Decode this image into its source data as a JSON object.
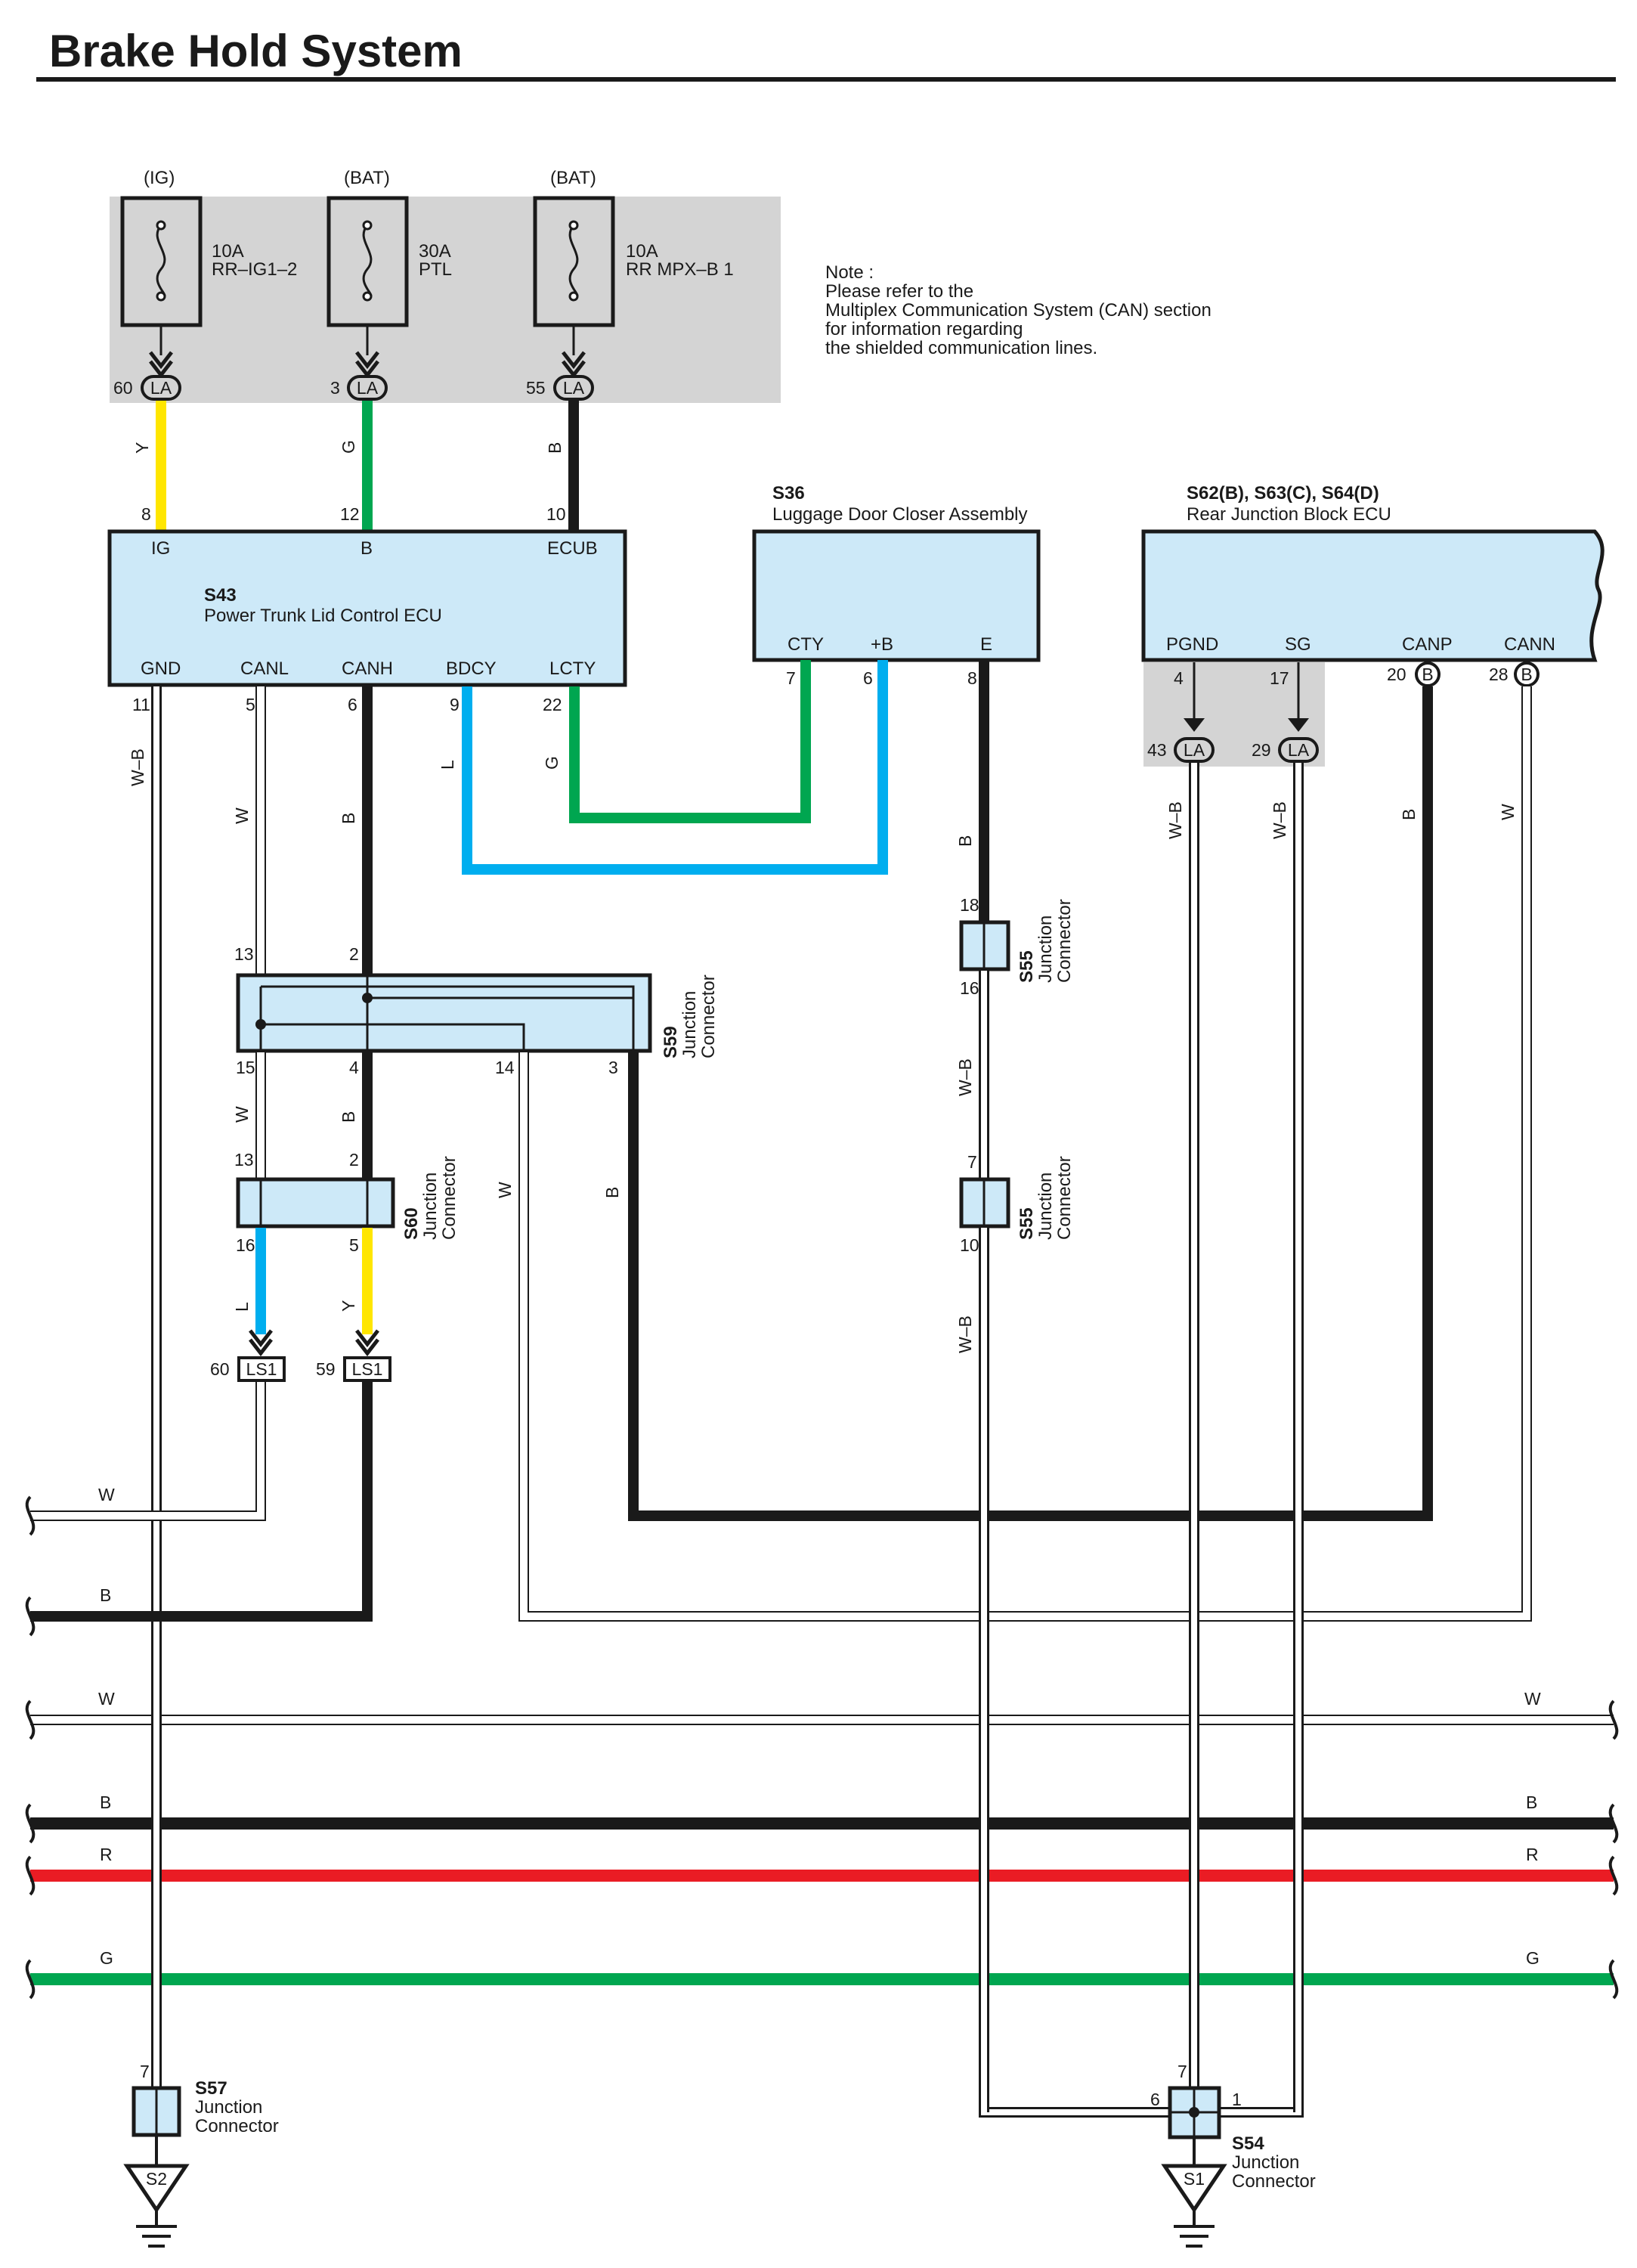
{
  "title": "Brake Hold System",
  "note": {
    "lines": [
      "Note :",
      "Please refer to the",
      "Multiplex Communication System (CAN) section",
      "for information regarding",
      "the shielded communication lines."
    ]
  },
  "fuses": [
    {
      "source": "(IG)",
      "amps": "10A",
      "name": "RR–IG1–2",
      "pin": "60",
      "conn": "LA"
    },
    {
      "source": "(BAT)",
      "amps": "30A",
      "name": "PTL",
      "pin": "3",
      "conn": "LA"
    },
    {
      "source": "(BAT)",
      "amps": "10A",
      "name": "RR MPX–B 1",
      "pin": "55",
      "conn": "LA"
    }
  ],
  "ecu_s43": {
    "id": "S43",
    "name": "Power Trunk Lid Control ECU",
    "top_terminals": [
      {
        "label": "IG",
        "pin": "8",
        "wire": "Y"
      },
      {
        "label": "B",
        "pin": "12",
        "wire": "G"
      },
      {
        "label": "ECUB",
        "pin": "10",
        "wire": "B"
      }
    ],
    "bottom_terminals": [
      {
        "label": "GND",
        "pin": "11",
        "wire": "W–B"
      },
      {
        "label": "CANL",
        "pin": "5",
        "wire": "W"
      },
      {
        "label": "CANH",
        "pin": "6",
        "wire": "B"
      },
      {
        "label": "BDCY",
        "pin": "9",
        "wire": "L"
      },
      {
        "label": "LCTY",
        "pin": "22",
        "wire": "G"
      }
    ]
  },
  "ecu_s36": {
    "id": "S36",
    "name": "Luggage Door Closer Assembly",
    "terminals": [
      {
        "label": "CTY",
        "pin": "7"
      },
      {
        "label": "+B",
        "pin": "6"
      },
      {
        "label": "E",
        "pin": "8",
        "wire": "B"
      }
    ]
  },
  "ecu_s62": {
    "id": "S62(B), S63(C), S64(D)",
    "name": "Rear Junction Block ECU",
    "terminals": [
      {
        "label": "PGND",
        "pin": "4",
        "lapin": "43",
        "conn": "LA",
        "wire": "W–B"
      },
      {
        "label": "SG",
        "pin": "17",
        "lapin": "29",
        "conn": "LA",
        "wire": "W–B"
      },
      {
        "label": "CANP",
        "pin": "20",
        "conn": "B",
        "wire": "B"
      },
      {
        "label": "CANN",
        "pin": "28",
        "conn": "B",
        "wire": "W"
      }
    ]
  },
  "junctions": {
    "s59": {
      "id": "S59",
      "name1": "Junction",
      "name2": "Connector",
      "pins": [
        "13",
        "2",
        "15",
        "4",
        "14",
        "3"
      ],
      "wires": [
        "W",
        "B",
        "W",
        "B"
      ]
    },
    "s60": {
      "id": "S60",
      "name1": "Junction",
      "name2": "Connector",
      "pins": [
        "13",
        "2",
        "16",
        "5"
      ],
      "wires": [
        "L",
        "Y"
      ]
    },
    "s55a": {
      "id": "S55",
      "name1": "Junction",
      "name2": "Connector",
      "pins": [
        "18",
        "16"
      ],
      "wire": "W–B"
    },
    "s55b": {
      "id": "S55",
      "name1": "Junction",
      "name2": "Connector",
      "pins": [
        "7",
        "10"
      ],
      "wire": "W–B"
    },
    "s57": {
      "id": "S57",
      "name1": "Junction",
      "name2": "Connector",
      "pin": "7"
    },
    "s54": {
      "id": "S54",
      "name1": "Junction",
      "name2": "Connector",
      "pins": [
        "7",
        "6",
        "1"
      ]
    }
  },
  "ls1": [
    {
      "pin": "60",
      "conn": "LS1"
    },
    {
      "pin": "59",
      "conn": "LS1"
    }
  ],
  "bus_lines": [
    {
      "label": "W",
      "color": "#ffffff"
    },
    {
      "label": "B",
      "color": "#1a1a1a"
    },
    {
      "label": "W",
      "color": "#ffffff"
    },
    {
      "label": "B",
      "color": "#1a1a1a"
    },
    {
      "label": "R",
      "color": "#ea1c24"
    },
    {
      "label": "G",
      "color": "#00a650"
    }
  ],
  "grounds": [
    "S2",
    "S1"
  ],
  "colors": {
    "yellow": "#ffe600",
    "green": "#00a650",
    "blue": "#00aeef",
    "red": "#ea1c24",
    "black": "#1a1a1a",
    "box_fill": "#cde9f8",
    "shade": "#d4d4d4"
  }
}
